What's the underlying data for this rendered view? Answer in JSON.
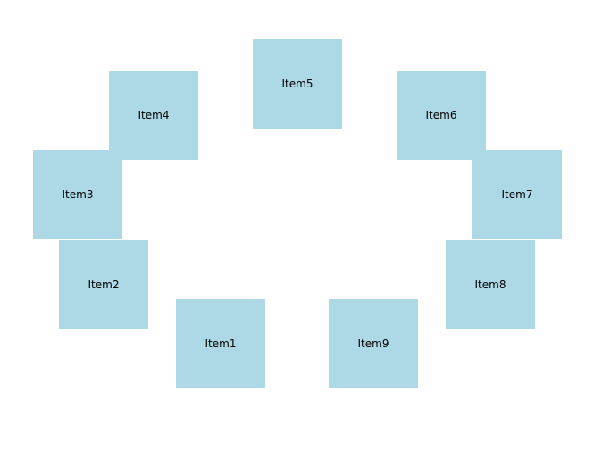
{
  "colors": {
    "background": "#ffffff",
    "item_fill": "#add8e6",
    "item_text": "#000000"
  },
  "items": [
    {
      "label": "Item1"
    },
    {
      "label": "Item2"
    },
    {
      "label": "Item3"
    },
    {
      "label": "Item4"
    },
    {
      "label": "Item5"
    },
    {
      "label": "Item6"
    },
    {
      "label": "Item7"
    },
    {
      "label": "Item8"
    },
    {
      "label": "Item9"
    }
  ]
}
